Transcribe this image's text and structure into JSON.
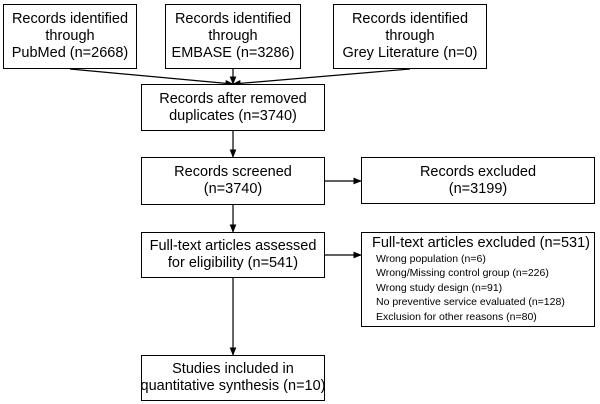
{
  "flow": {
    "pubmed": [
      "Records identified",
      "through",
      "PubMed (n=2668)"
    ],
    "embase": [
      "Records identified",
      "through",
      "EMBASE (n=3286)"
    ],
    "grey": [
      "Records identified",
      "through",
      "Grey Literature (n=0)"
    ],
    "dedup": [
      "Records after removed",
      "duplicates (n=3740)"
    ],
    "screened": [
      "Records screened",
      "(n=3740)"
    ],
    "excluded": [
      "Records excluded",
      "(n=3199)"
    ],
    "fulltext": [
      "Full-text articles assessed",
      "for eligibility (n=541)"
    ],
    "fulltext_excluded": {
      "title": "Full-text articles excluded (n=531)",
      "reasons": [
        "Wrong population (n=6)",
        "Wrong/Missing control group (n=226)",
        "Wrong study design (n=91)",
        "No preventive service evaluated (n=128)",
        "Exclusion for other reasons (n=80)"
      ]
    },
    "included": [
      "Studies included in",
      "quantitative synthesis (n=10)"
    ]
  }
}
